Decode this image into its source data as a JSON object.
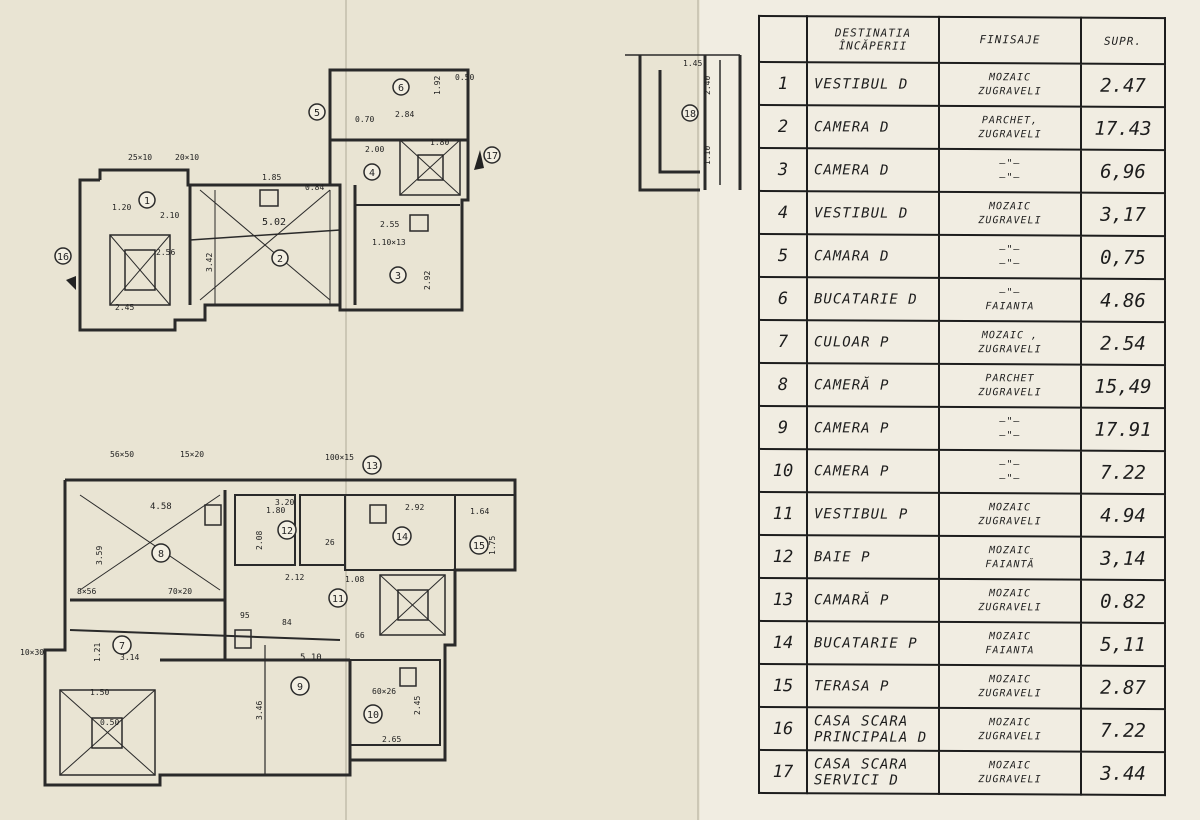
{
  "table": {
    "headers": {
      "destinatia": "DESTINATIA ÎNCĂPERII",
      "finisaje": "FINISAJE",
      "suprafata": "SUPR."
    },
    "rows": [
      {
        "nr": "1",
        "dest": "VESTIBUL D",
        "fin1": "MOZAIC",
        "fin2": "ZUGRAVELI",
        "sup": "2.47"
      },
      {
        "nr": "2",
        "dest": "CAMERA D",
        "fin1": "PARCHET,",
        "fin2": "ZUGRAVELI",
        "sup": "17.43"
      },
      {
        "nr": "3",
        "dest": "CAMERA D",
        "fin1": "—\"—",
        "fin2": "—\"—",
        "sup": "6,96"
      },
      {
        "nr": "4",
        "dest": "VESTIBUL D",
        "fin1": "MOZAIC",
        "fin2": "ZUGRAVELI",
        "sup": "3,17"
      },
      {
        "nr": "5",
        "dest": "CAMARA D",
        "fin1": "—\"—",
        "fin2": "—\"—",
        "sup": "0,75"
      },
      {
        "nr": "6",
        "dest": "BUCATARIE D",
        "fin1": "—\"—",
        "fin2": "FAIANTA",
        "sup": "4.86"
      },
      {
        "nr": "7",
        "dest": "CULOAR P",
        "fin1": "MOZAIC ,",
        "fin2": "ZUGRAVELI",
        "sup": "2.54"
      },
      {
        "nr": "8",
        "dest": "CAMERĂ P",
        "fin1": "PARCHET",
        "fin2": "ZUGRAVELI",
        "sup": "15,49"
      },
      {
        "nr": "9",
        "dest": "CAMERA P",
        "fin1": "—\"—",
        "fin2": "—\"—",
        "sup": "17.91"
      },
      {
        "nr": "10",
        "dest": "CAMERA P",
        "fin1": "—\"—",
        "fin2": "—\"—",
        "sup": "7.22"
      },
      {
        "nr": "11",
        "dest": "VESTIBUL P",
        "fin1": "MOZAIC",
        "fin2": "ZUGRAVELI",
        "sup": "4.94"
      },
      {
        "nr": "12",
        "dest": "BAIE P",
        "fin1": "MOZAIC",
        "fin2": "FAIANTĂ",
        "sup": "3,14"
      },
      {
        "nr": "13",
        "dest": "CAMARĂ P",
        "fin1": "MOZAIC",
        "fin2": "ZUGRAVELI",
        "sup": "0.82"
      },
      {
        "nr": "14",
        "dest": "BUCATARIE P",
        "fin1": "MOZAIC",
        "fin2": "FAIANTA",
        "sup": "5,11"
      },
      {
        "nr": "15",
        "dest": "TERASA P",
        "fin1": "MOZAIC",
        "fin2": "ZUGRAVELI",
        "sup": "2.87"
      },
      {
        "nr": "16",
        "dest": "CASA SCARA PRINCIPALA D",
        "fin1": "MOZAIC",
        "fin2": "ZUGRAVELI",
        "sup": "7.22"
      },
      {
        "nr": "17",
        "dest": "CASA SCARA SERVICI D",
        "fin1": "MOZAIC",
        "fin2": "ZUGRAVELI",
        "sup": "3.44"
      }
    ]
  },
  "plan_upper": {
    "rooms": [
      "1",
      "2",
      "3",
      "4",
      "5",
      "6",
      "16",
      "17"
    ],
    "dims": [
      "25×10",
      "20×10",
      "1.20",
      "2.10",
      "3.42",
      "5.02",
      "2.56",
      "2.45",
      "1.85",
      "2.84",
      "1.92",
      "0.70",
      "2.00",
      "2.55",
      "1.10×13",
      "2.92",
      "0.84",
      "0.50",
      "1.80"
    ]
  },
  "plan_lower": {
    "rooms": [
      "7",
      "8",
      "9",
      "10",
      "11",
      "12",
      "13",
      "14",
      "15"
    ],
    "dims": [
      "56×50",
      "15×20",
      "100×15",
      "4.58",
      "3.59",
      "3.20",
      "1.80",
      "2.92",
      "1.64",
      "2.08",
      "2.12",
      "1.08",
      "1.75",
      "70×20",
      "8×56",
      "10×30",
      "1.21",
      "3.14",
      "1.50",
      "0.50",
      "5.10",
      "3.46",
      "2.65",
      "2.45",
      "60×26",
      "84",
      "95",
      "66",
      "26"
    ]
  },
  "plan_side": {
    "rooms": [
      "18"
    ],
    "dims": [
      "1.45",
      "2.40",
      "1.10"
    ]
  }
}
